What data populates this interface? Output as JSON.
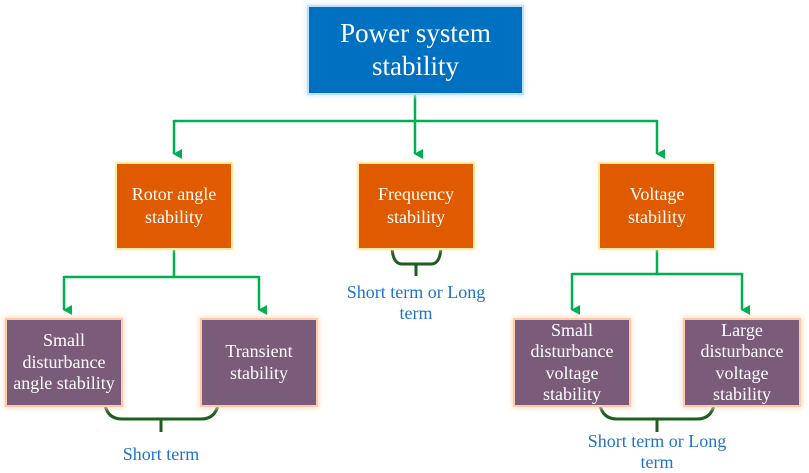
{
  "colors": {
    "root_fill": "#0070c0",
    "level1_fill": "#e05a00",
    "level2_fill": "#7b5b7a",
    "arrow": "#00b050",
    "brace": "#1e5e1e",
    "note_text": "#1f73c9"
  },
  "root": {
    "line1": "Power system",
    "line2": "stability"
  },
  "categories": [
    {
      "id": "rotor",
      "line1": "Rotor angle",
      "line2": "stability",
      "children": [
        {
          "lines": [
            "Small",
            "disturbance",
            "angle stability"
          ]
        },
        {
          "lines": [
            "Transient",
            "stability"
          ]
        }
      ],
      "note": {
        "line1": "Short term",
        "line2": ""
      }
    },
    {
      "id": "frequency",
      "line1": "Frequency",
      "line2": "stability",
      "children": [],
      "note": {
        "line1": "Short term or Long",
        "line2": "term"
      }
    },
    {
      "id": "voltage",
      "line1": "Voltage",
      "line2": "stability",
      "children": [
        {
          "lines": [
            "Small",
            "disturbance",
            "voltage",
            "stability"
          ]
        },
        {
          "lines": [
            "Large",
            "disturbance",
            "voltage",
            "stability"
          ]
        }
      ],
      "note": {
        "line1": "Short term or Long",
        "line2": "term"
      }
    }
  ]
}
